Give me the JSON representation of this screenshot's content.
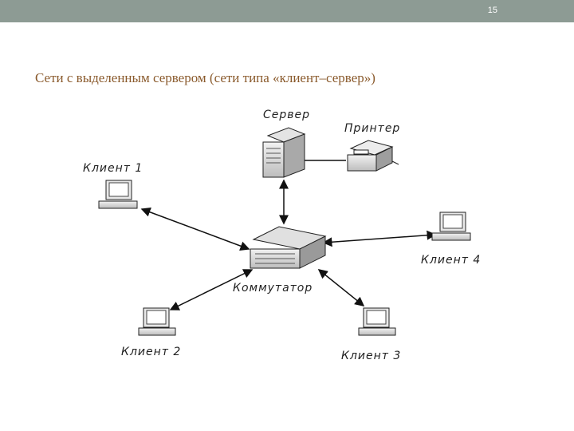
{
  "slide": {
    "number": "15"
  },
  "title": "Сети с выделенным сервером (сети типа «клиент–сервер»)",
  "diagram": {
    "nodes": {
      "server": "Сервер",
      "printer": "Принтер",
      "switch": "Коммутатор",
      "client1": "Клиент 1",
      "client2": "Клиент 2",
      "client3": "Клиент 3",
      "client4": "Клиент 4"
    }
  }
}
